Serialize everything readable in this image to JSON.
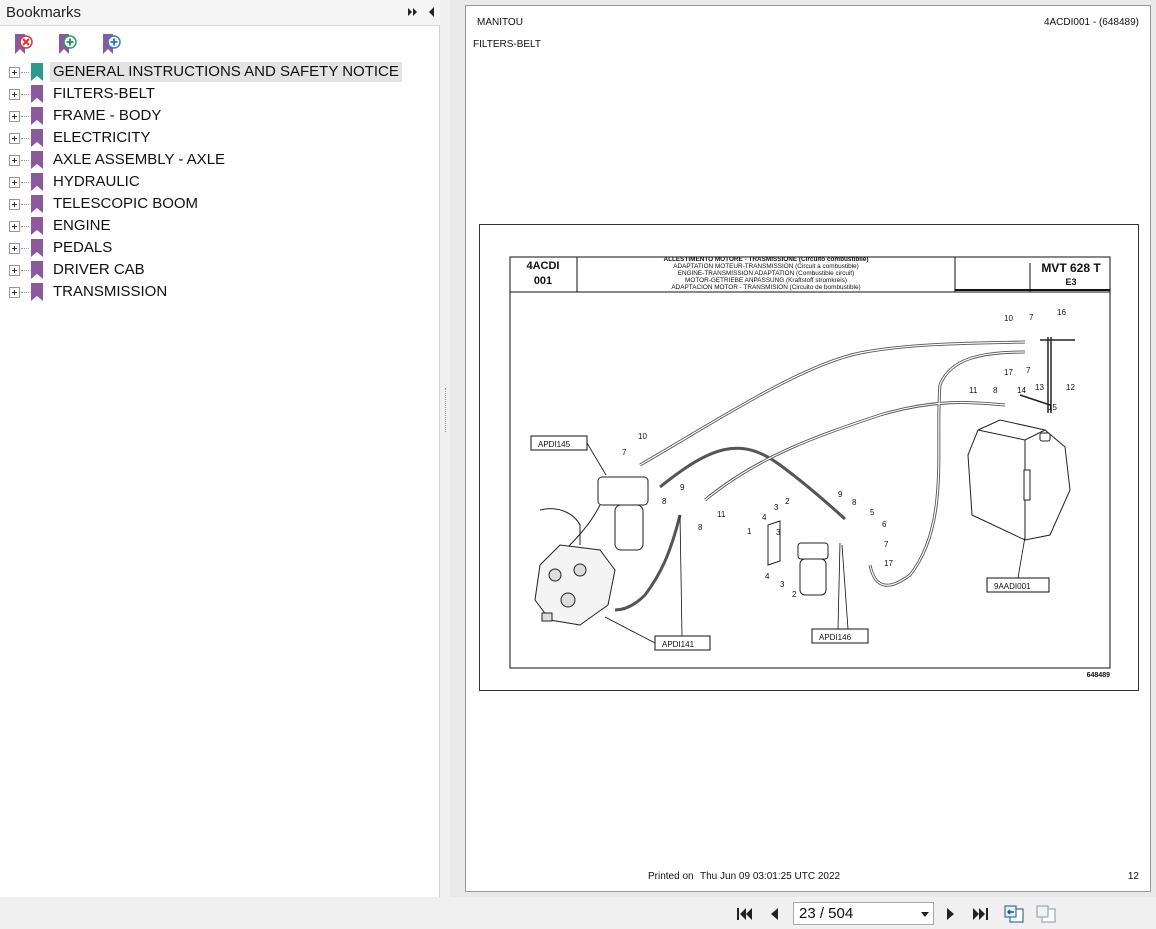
{
  "sidebar": {
    "title": "Bookmarks",
    "toolbar": {
      "delete_icon": "bookmark-delete-icon",
      "add_icon": "bookmark-add-icon",
      "add_child_icon": "bookmark-add-child-icon"
    },
    "items": [
      {
        "label": "GENERAL INSTRUCTIONS AND SAFETY NOTICE",
        "selected": true
      },
      {
        "label": "FILTERS-BELT"
      },
      {
        "label": "FRAME - BODY"
      },
      {
        "label": "ELECTRICITY"
      },
      {
        "label": "AXLE ASSEMBLY - AXLE"
      },
      {
        "label": "HYDRAULIC"
      },
      {
        "label": "TELESCOPIC BOOM"
      },
      {
        "label": "ENGINE"
      },
      {
        "label": "PEDALS"
      },
      {
        "label": "DRIVER CAB"
      },
      {
        "label": "TRANSMISSION"
      }
    ]
  },
  "page": {
    "header_left": "MANITOU",
    "header_right": "4ACDI001 - (648489)",
    "section": "FILTERS-BELT",
    "figure": {
      "code_top": "4ACDI",
      "code_bottom": "001",
      "title_lines": [
        "ALLESTIMENTO MOTORE - TRASMISSIONE (Circuito combustibile)",
        "ADAPTATION MOTEUR-TRANSMISSION (Circuit a combustible)",
        "ENGINE-TRANSMISSION ADAPTATION (Combustible circuit)",
        "MOTOR-GETRIEBE ANPASSUNG (Kraftstoff stromkreis)",
        "ADAPTACION MOTOR - TRANSMISION (Circuito de bombustible)"
      ],
      "model": "MVT 628 T",
      "model_sub": "E3",
      "drawing_number": "648489",
      "refs": [
        "APDI145",
        "APDI141",
        "APDI146",
        "9AADI001"
      ],
      "part_numbers": [
        "10",
        "7",
        "16",
        "17",
        "7",
        "11",
        "8",
        "14",
        "13",
        "12",
        "15",
        "10",
        "7",
        "9",
        "8",
        "8",
        "11",
        "9",
        "8",
        "5",
        "6",
        "3",
        "2",
        "4",
        "1",
        "3",
        "7",
        "17",
        "4",
        "3",
        "2"
      ]
    },
    "printed_label": "Printed on",
    "printed_date": "Thu Jun 09 03:01:25 UTC 2022",
    "page_number": "12"
  },
  "nav": {
    "page_display": "23 / 504",
    "first_icon": "first-page-icon",
    "prev_icon": "prev-page-icon",
    "next_icon": "next-page-icon",
    "last_icon": "last-page-icon",
    "back_icon": "view-back-icon",
    "forward_icon": "view-forward-icon"
  }
}
